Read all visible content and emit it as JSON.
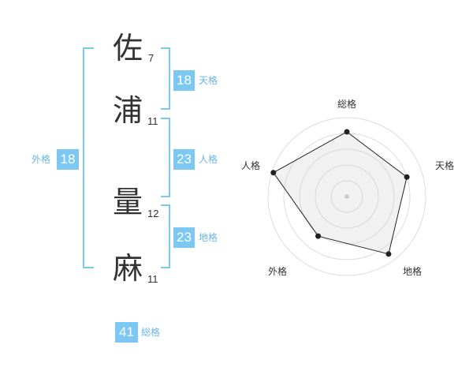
{
  "name_chars": [
    {
      "char": "佐",
      "strokes": "7"
    },
    {
      "char": "浦",
      "strokes": "11"
    },
    {
      "char": "量",
      "strokes": "12"
    },
    {
      "char": "麻",
      "strokes": "11"
    }
  ],
  "fortunes": {
    "tenkaku": {
      "value": "18",
      "label": "天格"
    },
    "jinkaku": {
      "value": "23",
      "label": "人格"
    },
    "chikaku": {
      "value": "23",
      "label": "地格"
    },
    "gaikaku": {
      "value": "18",
      "label": "外格"
    },
    "soukaku": {
      "value": "41",
      "label": "総格"
    }
  },
  "colors": {
    "accent": "#7cc8f2",
    "accent_text": "#6ab4e4",
    "text": "#333333"
  },
  "chart_data": {
    "type": "radar",
    "axes": [
      "総格",
      "天格",
      "地格",
      "外格",
      "人格"
    ],
    "values": [
      0.82,
      0.8,
      0.9,
      0.62,
      0.98
    ],
    "range": [
      0,
      1
    ],
    "rings": 5
  }
}
